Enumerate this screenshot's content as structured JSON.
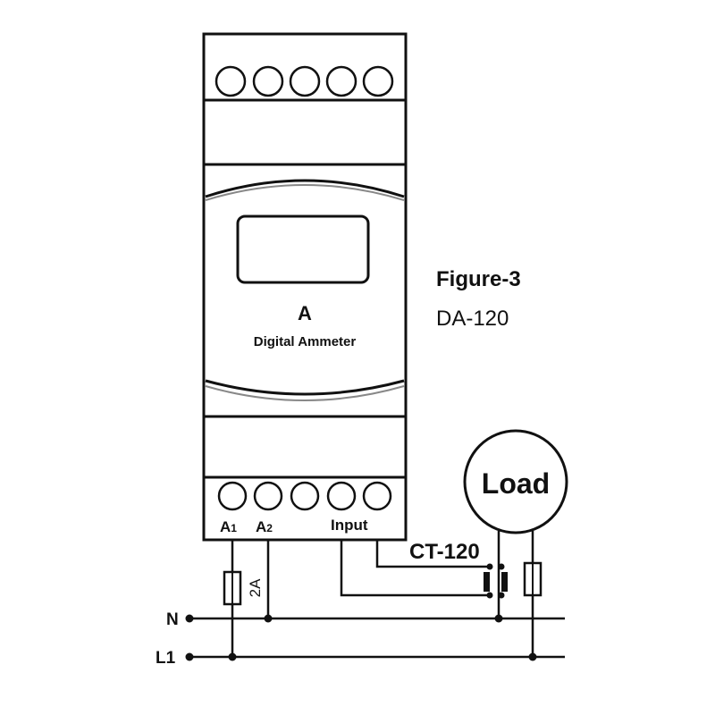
{
  "figure": {
    "title": "Figure-3",
    "model": "DA-120"
  },
  "device": {
    "unit_symbol": "A",
    "name": "Digital Ammeter",
    "terminal_a1": {
      "main": "A",
      "sub": "1"
    },
    "terminal_a2": {
      "main": "A",
      "sub": "2"
    },
    "input_label": "Input"
  },
  "load": {
    "label": "Load"
  },
  "ct": {
    "label": "CT-120"
  },
  "fuse": {
    "rating": "2A"
  },
  "lines": {
    "neutral": "N",
    "line1": "L1"
  }
}
